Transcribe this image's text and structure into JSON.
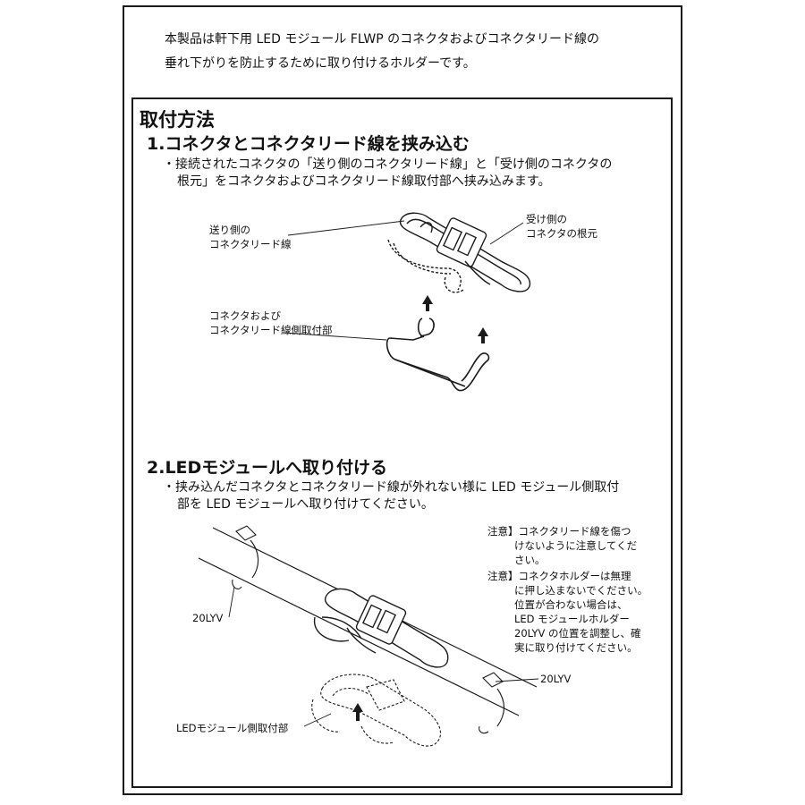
{
  "intro": {
    "line1": "本製品は軒下用 LED モジュール FLWP のコネクタおよびコネクタリード線の",
    "line2": "垂れ下がりを防止するために取り付けるホルダーです。"
  },
  "method": {
    "title": "取付方法"
  },
  "step1": {
    "title": "1.コネクタとコネクタリード線を挟み込む",
    "body_line1": "・接続されたコネクタの「送り側のコネクタリード線」と「受け側のコネクタの",
    "body_line2": "根元」をコネクタおよびコネクタリード線取付部へ挟み込みます。",
    "label_send_1": "送り側の",
    "label_send_2": "コネクタリード線",
    "label_recv_1": "受け側の",
    "label_recv_2": "コネクタの根元",
    "label_mount_1": "コネクタおよび",
    "label_mount_2": "コネクタリード線側取付部"
  },
  "step2": {
    "title": "2.LEDモジュールへ取り付ける",
    "body_line1": "・挟み込んだコネクタとコネクタリード線が外れない様に LED モジュール側取付",
    "body_line2": "部を LED モジュールへ取り付けてください。",
    "label_20lyv_left": "20LYV",
    "label_20lyv_right": "20LYV",
    "label_led_mount": "LEDモジュール側取付部"
  },
  "notes": {
    "note1_line1": "注意】コネクタリード線を傷つ",
    "note1_line2": "けないように注意してくだ",
    "note1_line3": "さい。",
    "note2_line1": "注意】コネクタホルダーは無理",
    "note2_line2": "に押し込まないでください。",
    "note2_line3": "位置が合わない場合は、",
    "note2_line4": "LED モジュールホルダー",
    "note2_line5": "20LYV の位置を調整し、確",
    "note2_line6": "実に取り付けてください。"
  }
}
